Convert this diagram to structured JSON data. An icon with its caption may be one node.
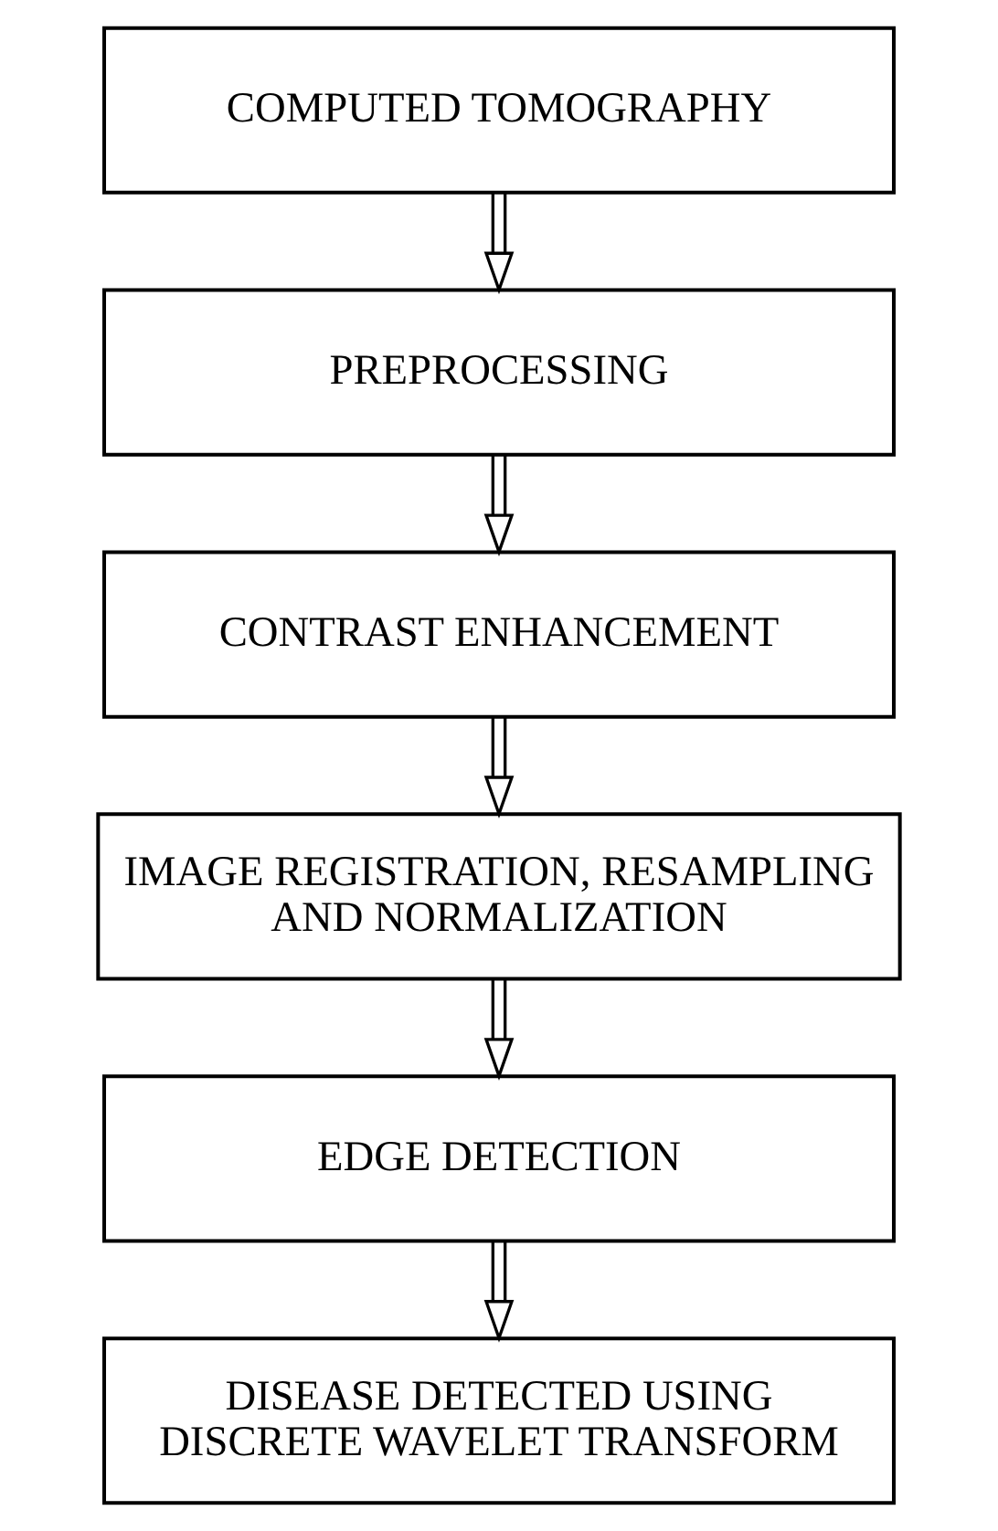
{
  "diagram": {
    "nodes": [
      {
        "text": [
          "COMPUTED TOMOGRAPHY"
        ]
      },
      {
        "text": [
          "PREPROCESSING"
        ]
      },
      {
        "text": [
          "CONTRAST ENHANCEMENT"
        ]
      },
      {
        "text": [
          "IMAGE REGISTRATION, RESAMPLING AND NORMALIZATION"
        ]
      },
      {
        "text": [
          "EDGE DETECTION"
        ]
      },
      {
        "text": [
          "DISEASE DETECTED USING DISCRETE WAVELET TRANSFORM"
        ]
      }
    ],
    "edges": [
      {
        "from": 0,
        "to": 1,
        "arrow": "to"
      },
      {
        "from": 1,
        "to": 2,
        "arrow": "to"
      },
      {
        "from": 2,
        "to": 3,
        "arrow": "to"
      },
      {
        "from": 3,
        "to": 4,
        "arrow": "to"
      },
      {
        "from": 4,
        "to": 5,
        "arrow": "to"
      }
    ]
  }
}
